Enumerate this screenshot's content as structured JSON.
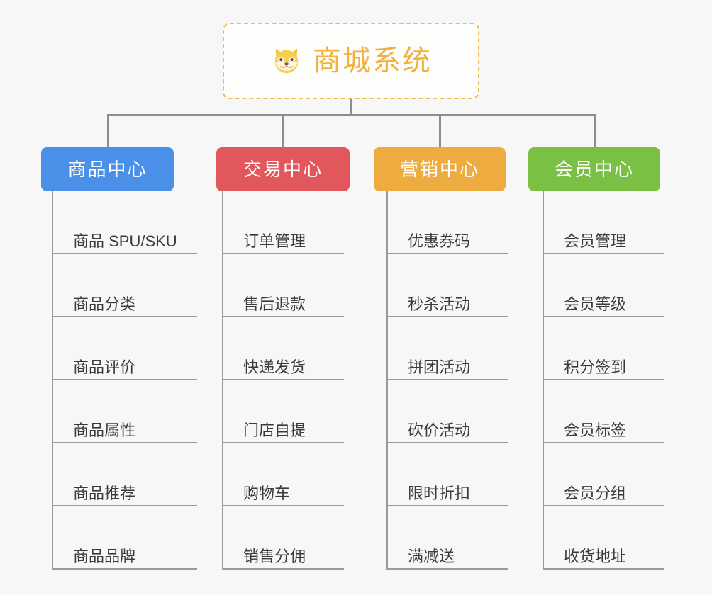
{
  "root": {
    "title": "商城系统",
    "icon": "shiba-dog-face-icon",
    "border_color": "#f3bb52",
    "text_color": "#f0b13e"
  },
  "canvas": {
    "background": "#f7f7f7",
    "connector_color": "#8d8d8d"
  },
  "columns": [
    {
      "id": "product-center",
      "label": "商品中心",
      "color": "#4a90e8",
      "items": [
        {
          "label": "商品 SPU/SKU"
        },
        {
          "label": "商品分类"
        },
        {
          "label": "商品评价"
        },
        {
          "label": "商品属性"
        },
        {
          "label": "商品推荐"
        },
        {
          "label": "商品品牌"
        }
      ]
    },
    {
      "id": "trade-center",
      "label": "交易中心",
      "color": "#e2575b",
      "items": [
        {
          "label": "订单管理"
        },
        {
          "label": "售后退款"
        },
        {
          "label": "快递发货"
        },
        {
          "label": "门店自提"
        },
        {
          "label": "购物车"
        },
        {
          "label": "销售分佣"
        }
      ]
    },
    {
      "id": "marketing-center",
      "label": "营销中心",
      "color": "#eeab3f",
      "items": [
        {
          "label": "优惠券码"
        },
        {
          "label": "秒杀活动"
        },
        {
          "label": "拼团活动"
        },
        {
          "label": "砍价活动"
        },
        {
          "label": "限时折扣"
        },
        {
          "label": "满减送"
        }
      ]
    },
    {
      "id": "member-center",
      "label": "会员中心",
      "color": "#79c045",
      "items": [
        {
          "label": "会员管理"
        },
        {
          "label": "会员等级"
        },
        {
          "label": "积分签到"
        },
        {
          "label": "会员标签"
        },
        {
          "label": "会员分组"
        },
        {
          "label": "收货地址"
        }
      ]
    }
  ]
}
